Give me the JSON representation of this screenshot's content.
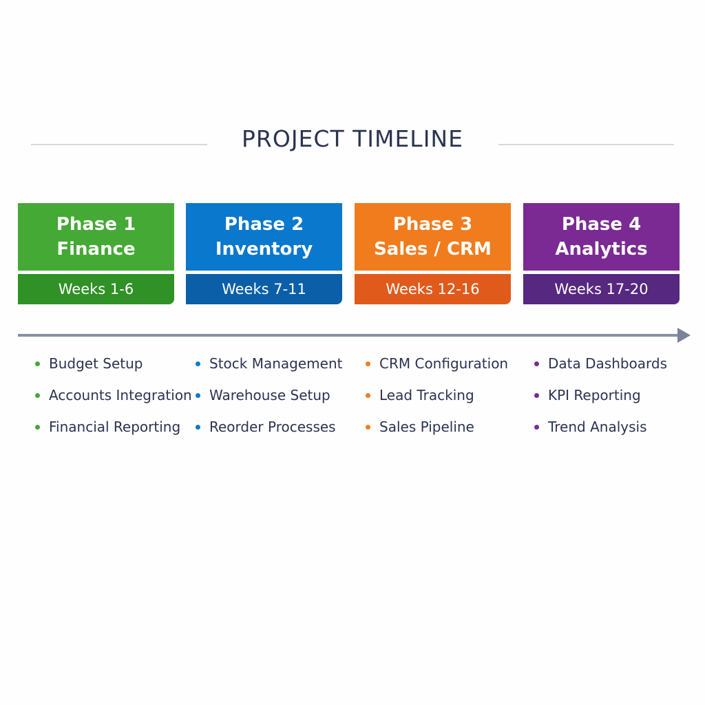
{
  "title": "PROJECT TIMELINE",
  "phases": [
    {
      "name": "Phase 1",
      "area": "Finance",
      "weeks": "Weeks 1-6",
      "color": "#45a935",
      "dark": "#2f9126",
      "items": [
        "Budget Setup",
        "Accounts Integration",
        "Financial Reporting"
      ]
    },
    {
      "name": "Phase 2",
      "area": "Inventory",
      "weeks": "Weeks 7-11",
      "color": "#0a78cc",
      "dark": "#0a5fa8",
      "items": [
        "Stock Management",
        "Warehouse Setup",
        "Reorder Processes"
      ]
    },
    {
      "name": "Phase 3",
      "area": "Sales / CRM",
      "weeks": "Weeks 12-16",
      "color": "#f07c1e",
      "dark": "#e05a1c",
      "items": [
        "CRM Configuration",
        "Lead Tracking",
        "Sales Pipeline"
      ]
    },
    {
      "name": "Phase 4",
      "area": "Analytics",
      "weeks": "Weeks 17-20",
      "color": "#7a2a92",
      "dark": "#56287f",
      "items": [
        "Data Dashboards",
        "KPI Reporting",
        "Trend Analysis"
      ]
    }
  ]
}
